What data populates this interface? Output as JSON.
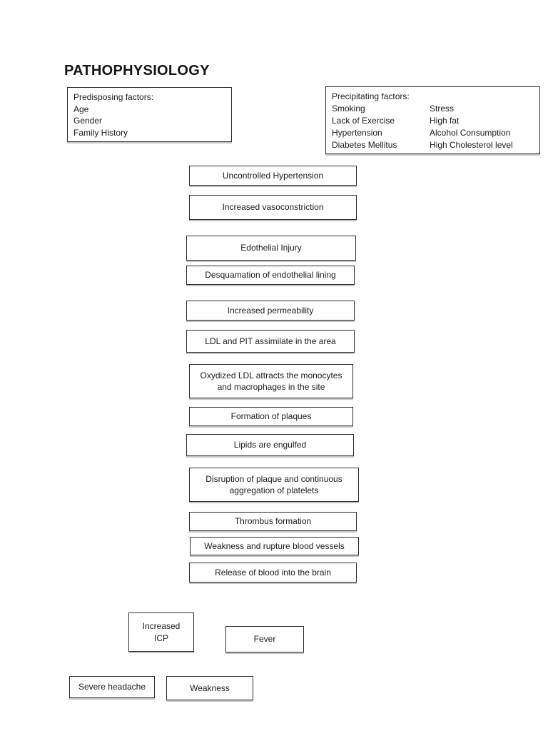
{
  "page": {
    "title": "PATHOPHYSIOLOGY"
  },
  "predisposing": {
    "heading": "Predisposing factors:",
    "items": [
      "Age",
      "Gender",
      "Family History"
    ]
  },
  "precipitating": {
    "heading": "Precipitating factors:",
    "col1": [
      "Smoking",
      "Lack of Exercise",
      "Hypertension",
      "Diabetes Mellitus"
    ],
    "col2": [
      "Stress",
      "High fat",
      "Alcohol Consumption",
      "High Cholesterol level"
    ]
  },
  "flow": [
    "Uncontrolled Hypertension",
    "Increased vasoconstriction",
    "Edothelial Injury",
    "Desquamation of endothelial lining",
    "Increased permeability",
    "LDL and PIT assimilate in the area",
    "Oxydized LDL attracts the monocytes and macrophages in the site",
    "Formation of plaques",
    "Lipids are engulfed",
    "Disruption of plaque and continuous aggregation of platelets",
    "Thrombus formation",
    "Weakness and rupture blood vessels",
    "Release of blood into the brain"
  ],
  "outcomes": [
    "Increased\nICP",
    "Fever",
    "Severe headache",
    "Weakness"
  ]
}
